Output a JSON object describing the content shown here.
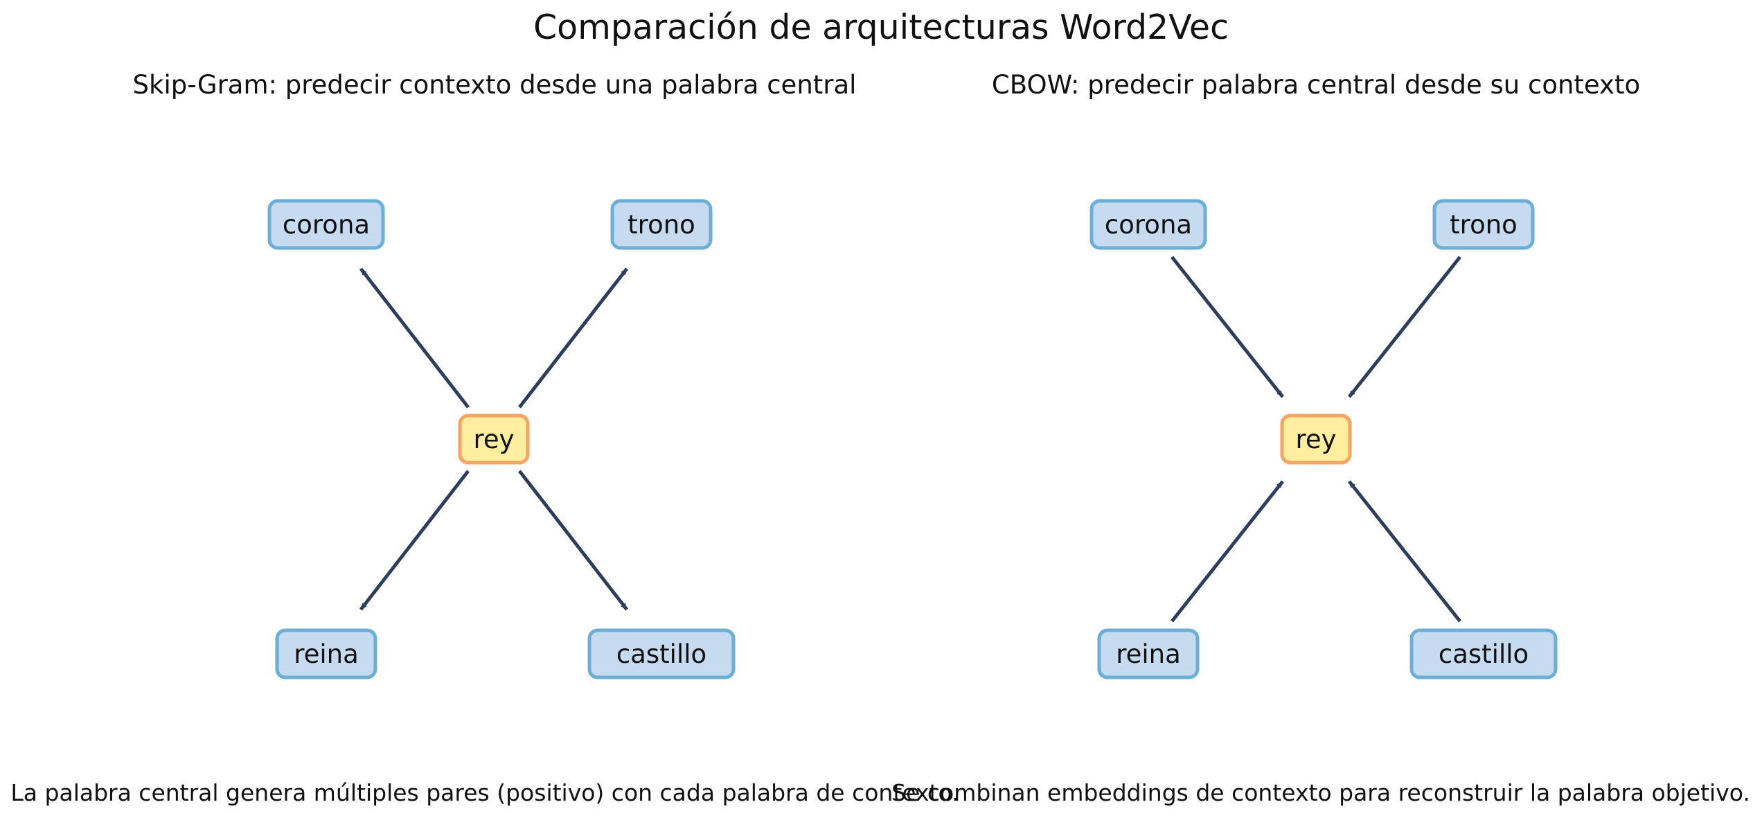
{
  "title": "Comparación de arquitecturas Word2Vec",
  "colors": {
    "context_fill": "#c6dbef",
    "context_stroke": "#6baed6",
    "center_fill": "#ffeda0",
    "center_stroke": "#f6a460",
    "edge": "#2c3e5c"
  },
  "panels": [
    {
      "title": "Skip-Gram: predecir contexto desde una palabra central",
      "caption": "La palabra central genera múltiples pares (positivo) con cada palabra de contexto.",
      "center": "rey",
      "context": [
        "corona",
        "trono",
        "reina",
        "castillo"
      ],
      "direction": "center-to-context"
    },
    {
      "title": "CBOW: predecir palabra central desde su contexto",
      "caption": "Se combinan embeddings de contexto para reconstruir la palabra objetivo.",
      "center": "rey",
      "context": [
        "corona",
        "trono",
        "reina",
        "castillo"
      ],
      "direction": "context-to-center"
    }
  ]
}
